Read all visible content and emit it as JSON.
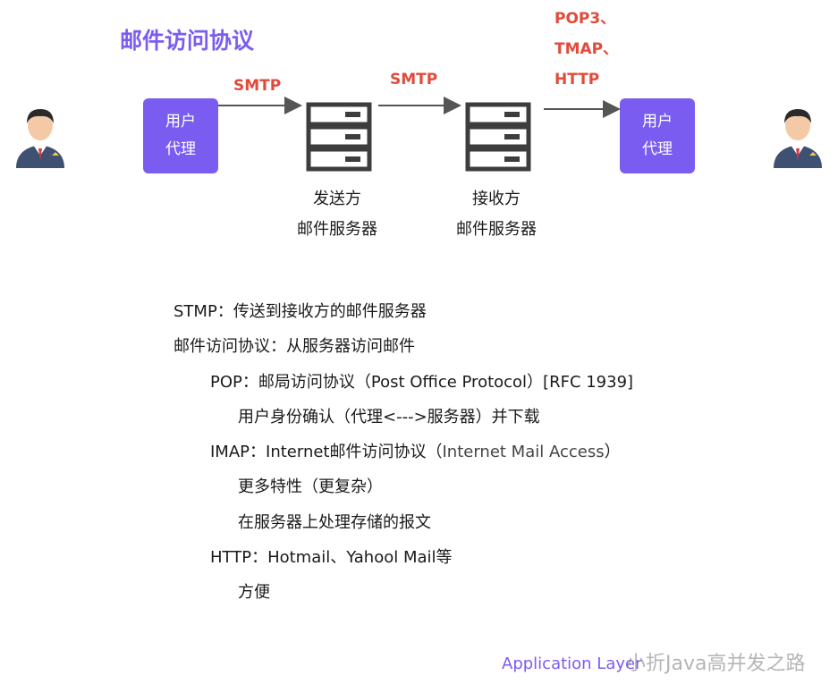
{
  "title": "邮件访问协议",
  "agents": {
    "left": {
      "line1": "用户",
      "line2": "代理"
    },
    "right": {
      "line1": "用户",
      "line2": "代理"
    }
  },
  "protocols": {
    "smtp_left": "SMTP",
    "smtp_middle": "SMTP",
    "access": [
      "POP3、",
      "TMAP、",
      "HTTP"
    ]
  },
  "servers": {
    "sender": {
      "line1": "发送方",
      "line2": "邮件服务器"
    },
    "receiver": {
      "line1": "接收方",
      "line2": "邮件服务器"
    }
  },
  "notes": [
    {
      "text": "STMP：传送到接收方的邮件服务器",
      "level": 0
    },
    {
      "text": "邮件访问协议：从服务器访问邮件",
      "level": 0
    },
    {
      "text": "POP：邮局访问协议（Post Office Protocol）[RFC 1939]",
      "level": 1
    },
    {
      "text": "用户身份确认（代理<--->服务器）并下载",
      "level": 2
    },
    {
      "text": "IMAP：Internet邮件访问协议（",
      "alt": "Internet Mail Access",
      "tail": "）",
      "level": 1
    },
    {
      "text": "更多特性（更复杂）",
      "level": 2
    },
    {
      "text": "在服务器上处理存储的报文",
      "level": 2
    },
    {
      "text": "HTTP：Hotmail、Yahool Mail等",
      "level": 1
    },
    {
      "text": "方便",
      "level": 2
    }
  ],
  "footer": "Application Layer",
  "watermark": "小折Java高并发之路",
  "colors": {
    "accent": "#7b5cf0",
    "protocol": "#e24a3b",
    "icon": "#3d3d3d"
  }
}
